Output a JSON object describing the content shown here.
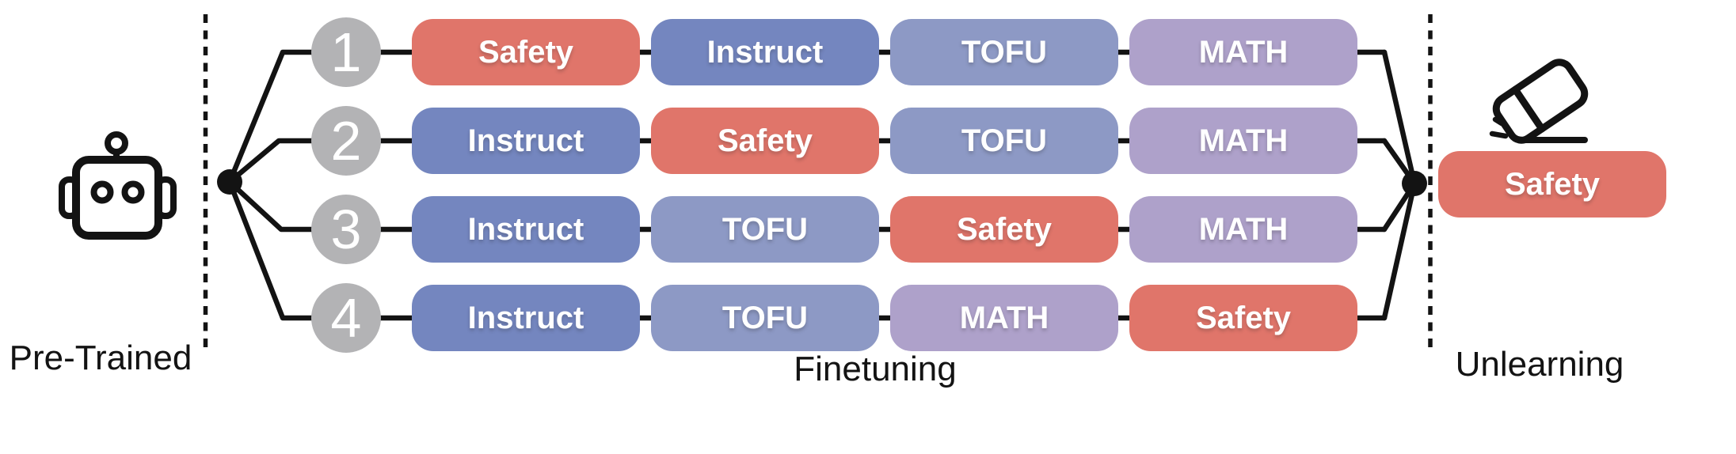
{
  "figure": {
    "stages": {
      "pretrained_label": "Pre-Trained",
      "finetuning_label": "Finetuning",
      "unlearning_label": "Unlearning"
    },
    "rows": [
      {
        "step": "1",
        "pills": [
          {
            "label": "Safety",
            "type": "safety"
          },
          {
            "label": "Instruct",
            "type": "instruct"
          },
          {
            "label": "TOFU",
            "type": "tofu"
          },
          {
            "label": "MATH",
            "type": "math"
          }
        ]
      },
      {
        "step": "2",
        "pills": [
          {
            "label": "Instruct",
            "type": "instruct"
          },
          {
            "label": "Safety",
            "type": "safety"
          },
          {
            "label": "TOFU",
            "type": "tofu"
          },
          {
            "label": "MATH",
            "type": "math"
          }
        ]
      },
      {
        "step": "3",
        "pills": [
          {
            "label": "Instruct",
            "type": "instruct"
          },
          {
            "label": "TOFU",
            "type": "tofu"
          },
          {
            "label": "Safety",
            "type": "safety"
          },
          {
            "label": "MATH",
            "type": "math"
          }
        ]
      },
      {
        "step": "4",
        "pills": [
          {
            "label": "Instruct",
            "type": "instruct"
          },
          {
            "label": "TOFU",
            "type": "tofu"
          },
          {
            "label": "MATH",
            "type": "math"
          },
          {
            "label": "Safety",
            "type": "safety"
          }
        ]
      }
    ],
    "unlearning_pill": {
      "label": "Safety",
      "type": "safety"
    },
    "icons": {
      "pretrained": "robot-icon",
      "unlearning": "eraser-icon"
    },
    "colors": {
      "safety": "#E0756A",
      "instruct": "#7486BF",
      "tofu": "#8D99C5",
      "math": "#AEA1CA",
      "step_circle": "#B3B3B5",
      "line": "#131313",
      "background": "#FFFFFF"
    }
  }
}
